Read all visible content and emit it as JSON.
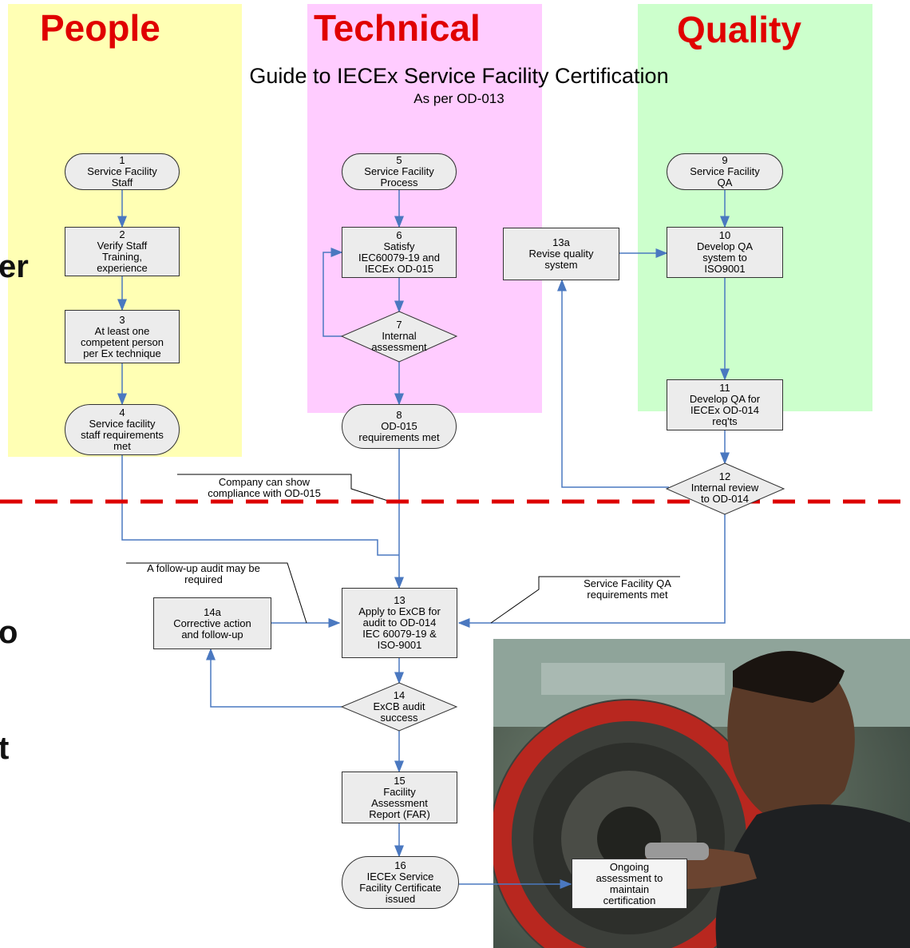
{
  "columns": [
    {
      "label": "People",
      "color": "#ffffb4"
    },
    {
      "label": "Technical",
      "color": "#ffccff"
    },
    {
      "label": "Quality",
      "color": "#ccffcc"
    }
  ],
  "title": "Guide to IECEx Service Facility Certification",
  "subtitle": "As per OD-013",
  "side_fragments": [
    "er",
    "o",
    "t"
  ],
  "nodes": {
    "n1": "1\nService Facility\nStaff",
    "n2": "2\nVerify Staff\nTraining,\nexperience",
    "n3": "3\nAt least one\ncompetent person\nper Ex technique",
    "n4": "4\nService facility\nstaff requirements\nmet",
    "n5": "5\nService Facility\nProcess",
    "n6": "6\nSatisfy\nIEC60079-19 and\nIECEx OD-015",
    "n7": "7\nInternal\nassessment",
    "n8": "8\nOD-015\nrequirements met",
    "n9": "9\nService Facility\nQA",
    "n10": "10\nDevelop QA\nsystem to\nISO9001",
    "n11": "11\nDevelop QA for\nIECEx OD-014\nreq'ts",
    "n12": "12\nInternal review\nto OD-014",
    "n13a": "13a\nRevise quality\nsystem",
    "n13": "13\nApply to ExCB for\naudit  to OD-014\nIEC 60079-19 &\nISO-9001",
    "n14a": "14a\nCorrective action\nand follow-up",
    "n14": "14\nExCB audit\nsuccess",
    "n15": "15\nFacility\nAssessment\nReport (FAR)",
    "n16": "16\nIECEx Service\nFacility Certificate\nissued",
    "ongoing": "Ongoing\nassessment to\nmaintain\ncertification"
  },
  "notes": {
    "od015": "Company can show\ncompliance with OD-015",
    "followup": "A follow-up audit may be\nrequired",
    "qa_met": "Service Facility QA\nrequirements met"
  },
  "colors": {
    "arrow": "#4a78c0",
    "dash": "#dd0000",
    "node_fill": "#ececec"
  },
  "photo": {
    "alt": "technician-servicing-motor"
  }
}
